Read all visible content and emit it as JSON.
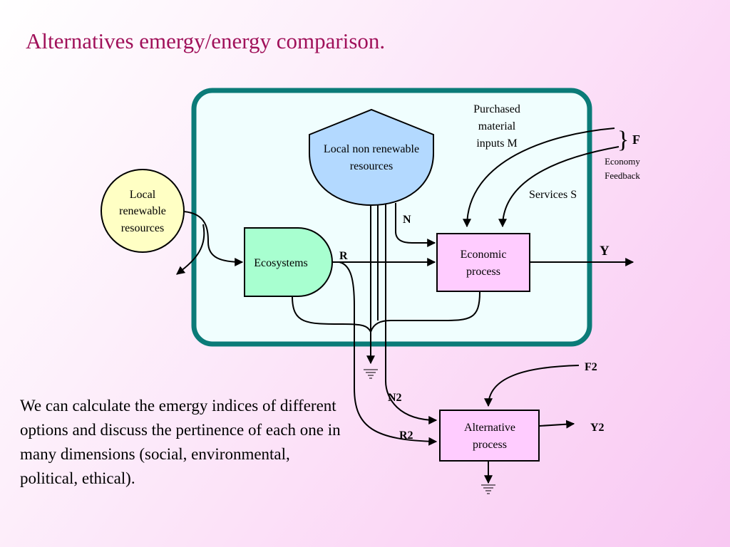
{
  "slide": {
    "title": "Alternatives emergy/energy comparison.",
    "body": "We can calculate the emergy indices of different options and discuss the pertinence of each one in many dimensions (social, environmental, political, ethical)."
  },
  "diagram": {
    "local_renewable": [
      "Local",
      "renewable",
      "resources"
    ],
    "local_nonrenewable": [
      "Local non renewable",
      "resources"
    ],
    "ecosystems": "Ecosystems",
    "economic_process": [
      "Economic",
      "process"
    ],
    "alternative_process": [
      "Alternative",
      "process"
    ],
    "purchased_inputs": [
      "Purchased",
      "material",
      "inputs   M"
    ],
    "services": "Services S",
    "feedback_brace": "}",
    "feedback_letter": "F",
    "economy_feedback": [
      "Economy",
      "Feedback"
    ],
    "flow_labels": {
      "N": "N",
      "R": "R",
      "Y": "Y",
      "F2": "F2",
      "N2": "N2",
      "R2": "R2",
      "Y2": "Y2"
    }
  },
  "colors": {
    "title": "#a0115a",
    "boundary": "#0b7b78",
    "boundary_fill": "#f0fefe",
    "renewable_fill": "#ffffc4",
    "nonrenewable_fill": "#b3d9ff",
    "ecosystem_fill": "#a8ffd0",
    "process_fill": "#ffccff"
  }
}
